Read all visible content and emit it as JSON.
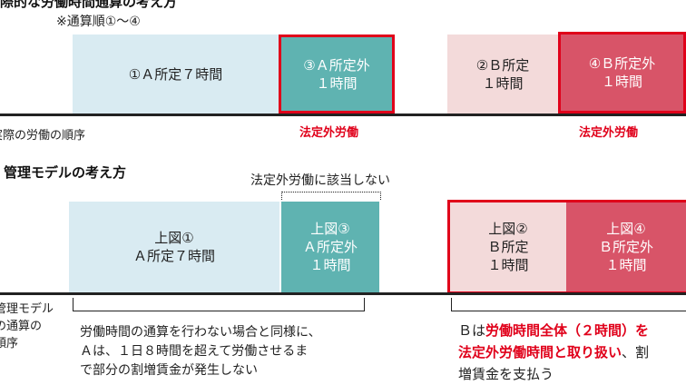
{
  "top": {
    "title_partial": "際的な労働時間通算の考え方",
    "order_note": "※通算順①～④",
    "boxes": {
      "a_scheduled": "①Ａ所定７時間",
      "a_overtime": "③Ａ所定外\n１時間",
      "b_scheduled": "②Ｂ所定\n１時間",
      "b_overtime": "④Ｂ所定外\n１時間"
    },
    "axis_label": "実際の労働の順序",
    "overtime_label_1": "法定外労働",
    "overtime_label_2": "法定外労働"
  },
  "model": {
    "heading": "管理モデルの考え方",
    "not_applicable": "法定外労働に該当しない",
    "boxes": {
      "a_scheduled": "上図①\nＡ所定７時間",
      "a_overtime": "上図③\nＡ所定外\n１時間",
      "b_scheduled": "上図②\nＢ所定\n１時間",
      "b_overtime": "上図④\nＢ所定外\n１時間"
    },
    "axis_label": "管理モデル\nの通算の\n順序",
    "left_note": "労働時間の通算を行わない場合と同様に、\nＡは、１日８時間を超えて労働させるま\nで部分の割増賃金が発生しない",
    "right_note_prefix": "Ｂは",
    "right_note_highlight1": "労働時間全体（２時間）を",
    "right_note_highlight2": "法定外労働時間と取り扱い",
    "right_note_suffix1": "、割",
    "right_note_suffix2": "増賃金を支払う"
  },
  "colors": {
    "light_blue": "#d9ebf2",
    "teal": "#5fb3b1",
    "pink_light": "#f3dada",
    "rose": "#d85468",
    "accent_red": "#e0001a"
  }
}
